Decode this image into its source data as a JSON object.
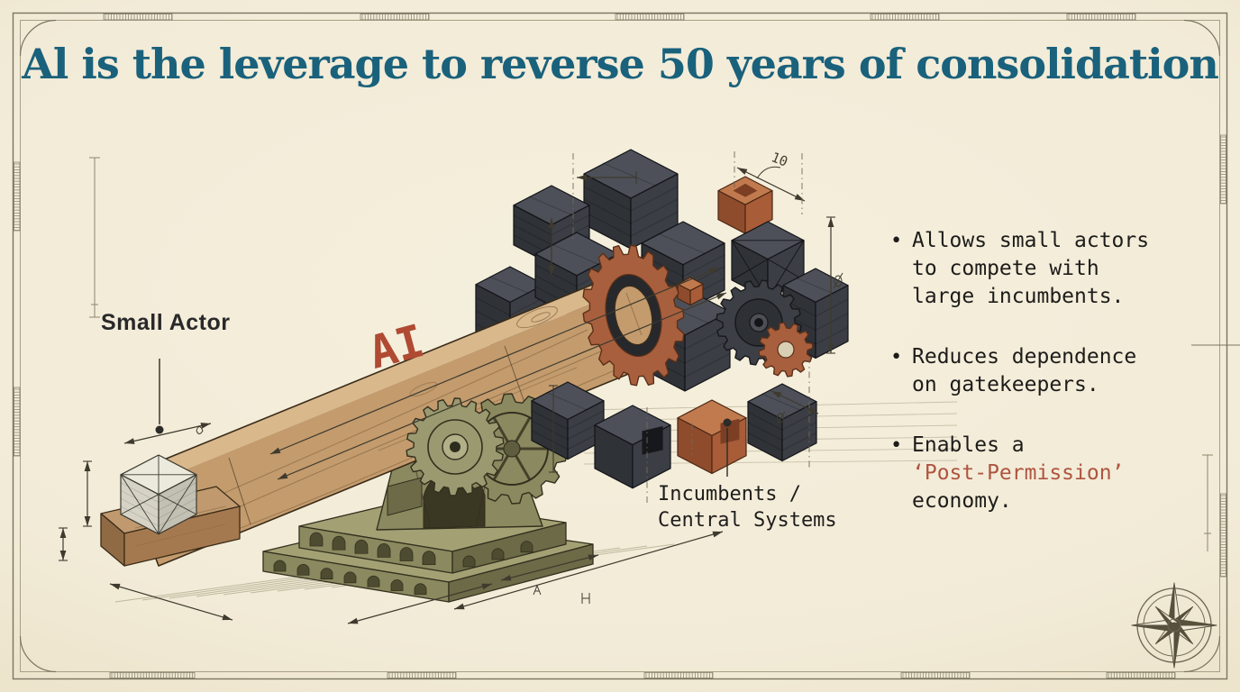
{
  "title": {
    "text": "Al is the leverage to reverse 50 years of consolidation"
  },
  "diagram": {
    "small_actor_label": "Small Actor",
    "lever_label": "AI",
    "incumbents_label": [
      "Incumbents /",
      "Central Systems"
    ],
    "dimension_label": "10"
  },
  "bullets": [
    {
      "lines": [
        "Allows small actors",
        "to compete with",
        "large incumbents."
      ]
    },
    {
      "lines": [
        "Reduces dependence",
        "on gatekeepers."
      ]
    },
    {
      "pre": "Enables a",
      "highlight": "‘Post-Permission’",
      "post": "economy."
    }
  ],
  "glyphs": {
    "bullet": "•"
  },
  "icons": {
    "compass": "compass-rose-icon"
  },
  "colors": {
    "background": "#f1ead7",
    "title": "#1a617c",
    "text": "#1d1c1a",
    "accent_red": "#b04a33",
    "highlight_red": "#ae5540",
    "wood": "#c39b6d",
    "olive": "#8b895f",
    "charcoal": "#3a3d44",
    "rust": "#a85f3e",
    "ink_line": "#3e3a2e"
  }
}
